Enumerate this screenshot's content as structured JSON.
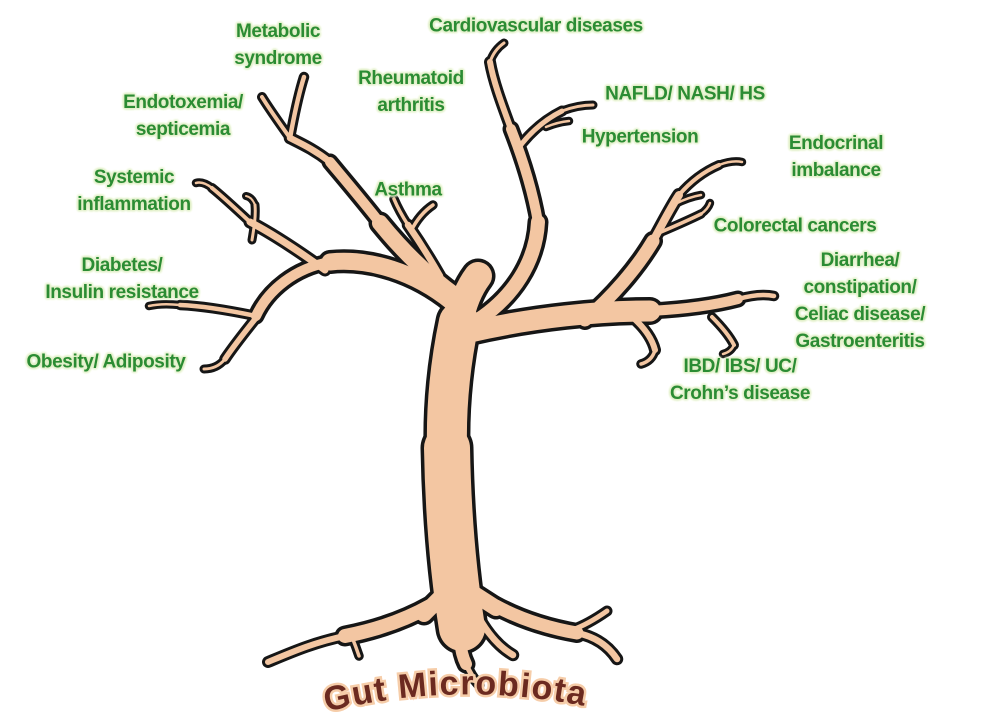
{
  "figure": {
    "kind": "gut-microbiota-disease-tree",
    "root_label": "Gut Microbiota"
  },
  "labels": {
    "metabolic_syndrome": "Metabolic\nsyndrome",
    "cardiovascular_diseases": "Cardiovascular diseases",
    "rheumatoid_arthritis": "Rheumatoid\narthritis",
    "endotoxemia_septicemia": "Endotoxemia/\nsepticemia",
    "nafld_nash_hs": "NAFLD/ NASH/ HS",
    "hypertension": "Hypertension",
    "endocrinal_imbalance": "Endocrinal imbalance",
    "systemic_inflammation": "Systemic\ninflammation",
    "asthma": "Asthma",
    "colorectal_cancers": "Colorectal cancers",
    "diabetes_insulin_resistance": "Diabetes/\nInsulin resistance",
    "diarrhea_celiac_gastro": "Diarrhea/ constipation/\nCeliac disease/\nGastroenteritis",
    "obesity_adiposity": "Obesity/ Adiposity",
    "ibd_ibs_uc_crohns": "IBD/ IBS/ UC/\nCrohn’s disease"
  },
  "colors": {
    "label_green": "#2b8c33",
    "label_halo": "#e0efc6",
    "bark_peach": "#f3c6a2",
    "outline_black": "#161616",
    "title_brown": "#6b2a20",
    "title_outline_peach": "#f6cda9",
    "background": "#ffffff"
  }
}
